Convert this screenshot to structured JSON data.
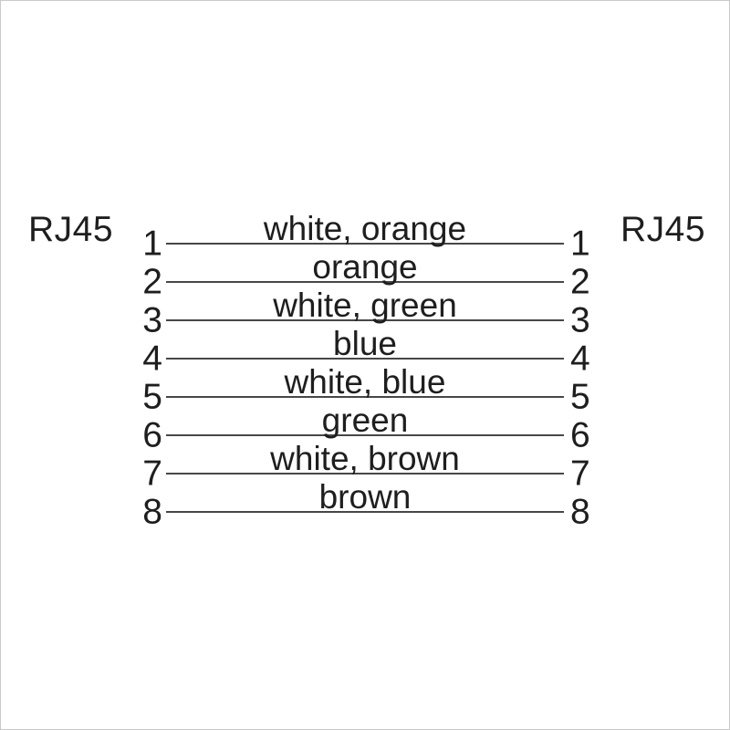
{
  "diagram": {
    "title_semantic": "RJ45 to RJ45 straight-through cable pinout",
    "connector_left": "RJ45",
    "connector_right": "RJ45",
    "pins": [
      {
        "number": "1",
        "color": "white, orange"
      },
      {
        "number": "2",
        "color": "orange"
      },
      {
        "number": "3",
        "color": "white, green"
      },
      {
        "number": "4",
        "color": "blue"
      },
      {
        "number": "5",
        "color": "white, blue"
      },
      {
        "number": "6",
        "color": "green"
      },
      {
        "number": "7",
        "color": "white, brown"
      },
      {
        "number": "8",
        "color": "brown"
      }
    ],
    "colors": {
      "text": "#1e1e1e",
      "line": "#474747",
      "background": "#ffffff",
      "border": "#c9c9c9"
    }
  }
}
